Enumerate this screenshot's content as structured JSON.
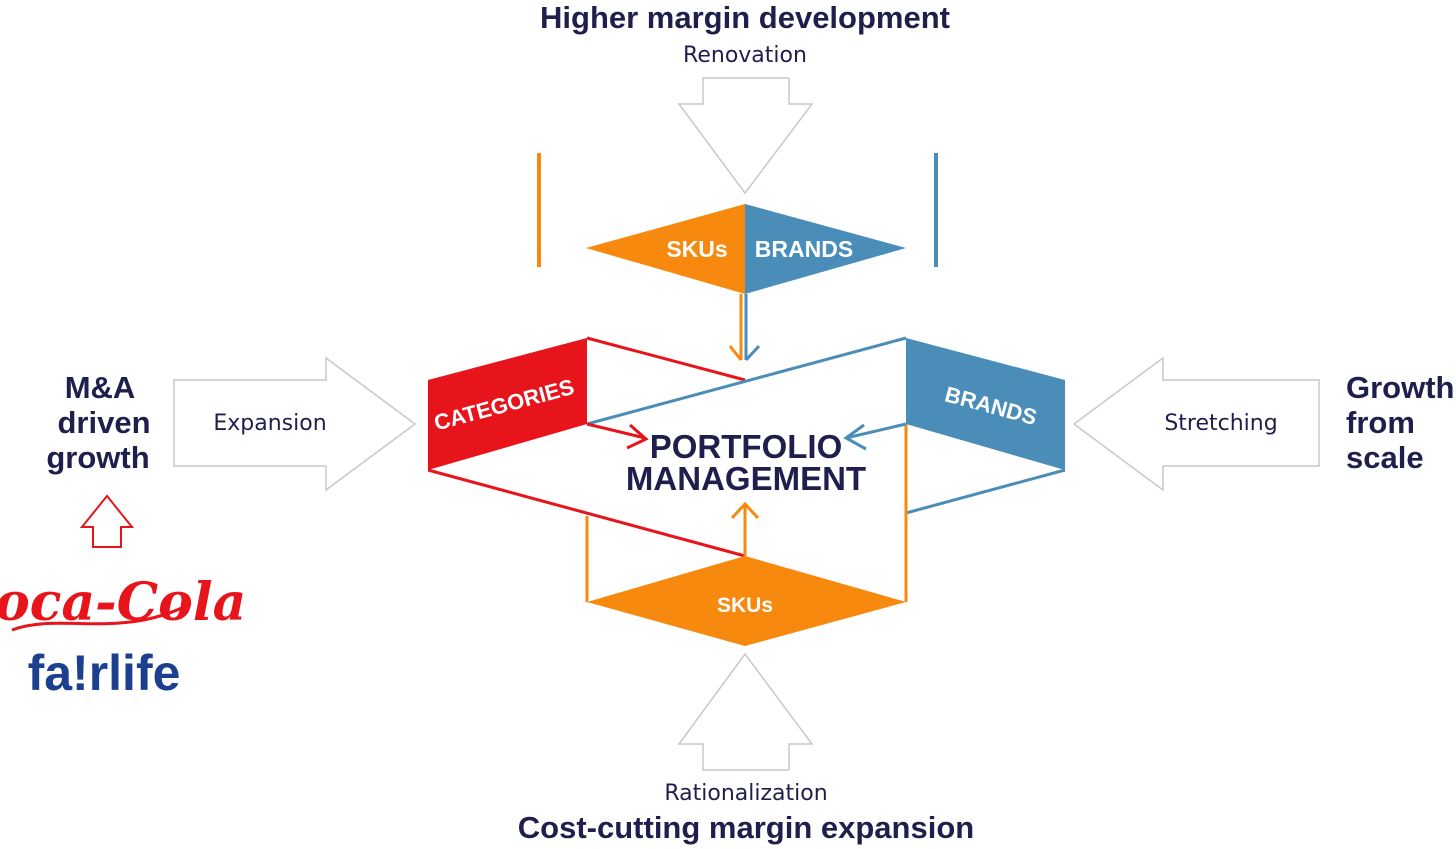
{
  "top": {
    "heading": "Higher margin development",
    "sublabel": "Renovation"
  },
  "bottom": {
    "heading": "Cost-cutting margin expansion",
    "sublabel": "Rationalization"
  },
  "left": {
    "heading_lines": [
      "M&A",
      "driven",
      "growth"
    ],
    "sublabel": "Expansion"
  },
  "right": {
    "heading_lines": [
      "Growth",
      "from",
      "scale"
    ],
    "sublabel": "Stretching"
  },
  "shapes": {
    "top_skus": "SKUs",
    "top_brands": "BRANDS",
    "categories": "CATEGORIES",
    "right_brands": "BRANDS",
    "bottom_skus": "SKUs"
  },
  "center": {
    "lines": [
      "PORTFOLIO",
      "MANAGEMENT"
    ]
  },
  "logos": {
    "coca_cola": "Coca-Cola",
    "fairlife": "fa!rlife"
  },
  "colors": {
    "orange": "#f7890f",
    "blue": "#4a8db8",
    "red": "#e8141b",
    "navy": "#1f1f4d",
    "arrow_outline": "#c8c8c8",
    "fairlife_blue": "#1d3f8f"
  }
}
